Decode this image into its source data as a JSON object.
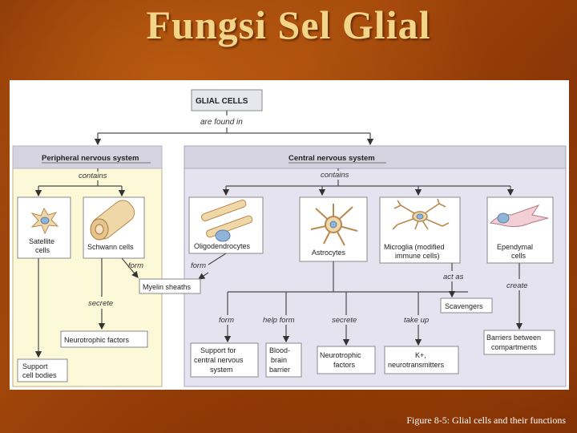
{
  "slide_title": "Fungsi Sel Glial",
  "caption": "Figure 8-5: Glial cells and their functions",
  "diagram": {
    "root": "GLIAL CELLS",
    "root_link": "are found in",
    "pns": {
      "title": "Peripheral nervous system",
      "link": "contains",
      "cells": [
        "Satellite cells",
        "Schwann cells"
      ],
      "form_label": "form",
      "secrete_label": "secrete",
      "outcomes": {
        "myelin": "Myelin sheaths",
        "neurotrophic": "Neurotrophic factors",
        "support": "Support cell bodies"
      }
    },
    "cns": {
      "title": "Central nervous system",
      "link": "contains",
      "cells": [
        "Oligodendrocytes",
        "Astrocytes",
        "Microglia (modified immune cells)",
        "Ependymal cells"
      ],
      "oligo_link": "form",
      "microglia_link": "act as",
      "ependymal_link": "create",
      "scavengers": "Scavengers",
      "astro_links": [
        "form",
        "help form",
        "secrete",
        "take up"
      ],
      "astro_outcomes": [
        "Support for central nervous system",
        "Blood-brain barrier",
        "Neurotrophic factors",
        "K+, neurotransmitters"
      ],
      "barriers": "Barriers between compartments"
    }
  },
  "colors": {
    "pns_bg": "#fdf8d8",
    "cns_bg": "#e6e3f1",
    "header_bg": "#d5d3df",
    "line": "#4a4a4a"
  }
}
